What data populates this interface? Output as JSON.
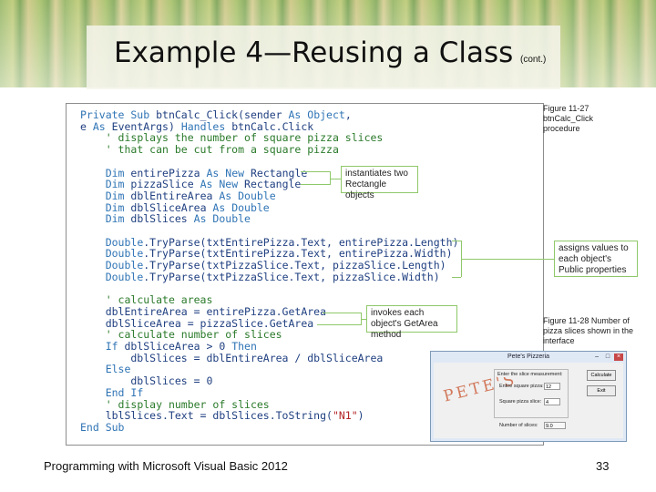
{
  "slide": {
    "title": "Example 4—Reusing a Class",
    "title_suffix": "(cont.)",
    "footer": "Programming with Microsoft Visual Basic 2012",
    "page_number": "33"
  },
  "callouts": {
    "instantiates": "instantiates two Rectangle objects",
    "assigns": "assigns values to each object's Public properties",
    "invokes": "invokes each object's GetArea method"
  },
  "captions": {
    "figure_27": "Figure 11-27 btnCalc_Click procedure",
    "figure_28": "Figure 11-28 Number of pizza slices shown in the interface"
  },
  "dialog": {
    "title": "Pete's Pizzeria",
    "logo_text": "PETE'S",
    "group_label": "Enter the slice measurement:",
    "entire_pizza_label": "Entire square pizza:",
    "entire_pizza_value": "12",
    "slice_label": "Square pizza slice:",
    "slice_value": "4",
    "slices_label": "Number of slices:",
    "slices_value": "9.0",
    "calculate_label": "Calculate",
    "exit_label": "Exit",
    "min_glyph": "–",
    "max_glyph": "□",
    "close_glyph": "×"
  }
}
